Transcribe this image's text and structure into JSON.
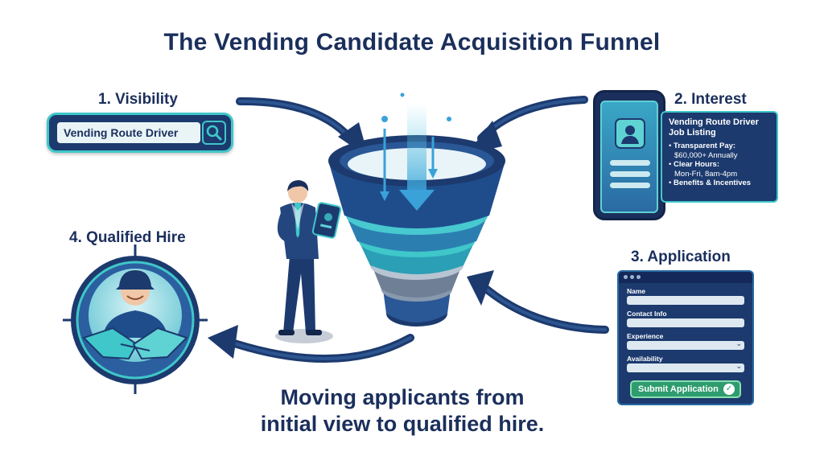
{
  "title": "The Vending Candidate Acquisition Funnel",
  "steps": {
    "visibility": {
      "label": "1. Visibility",
      "search_text": "Vending Route Driver"
    },
    "interest": {
      "label": "2. Interest",
      "card_title_line1": "Vending Route Driver",
      "card_title_line2": "Job Listing",
      "items": [
        {
          "bold": "Transparent Pay:",
          "detail": "$60,000+ Annually"
        },
        {
          "bold": "Clear Hours:",
          "detail": "Mon-Fri, 8am-4pm"
        },
        {
          "bold": "Benefits & Incentives",
          "detail": ""
        }
      ]
    },
    "application": {
      "label": "3. Application",
      "fields": [
        "Name",
        "Contact Info",
        "Experience",
        "Availability"
      ],
      "submit_label": "Submit Application"
    },
    "qualified_hire": {
      "label": "4. Qualified Hire"
    }
  },
  "caption_line1": "Moving applicants from",
  "caption_line2": "initial view to qualified hire.",
  "colors": {
    "navy": "#1b2f5c",
    "teal": "#3fc7c9",
    "green": "#2e9c6e"
  },
  "icons": [
    "search-icon",
    "check-icon",
    "avatar-icon",
    "handshake-icon",
    "funnel-icon",
    "tablet-icon"
  ]
}
